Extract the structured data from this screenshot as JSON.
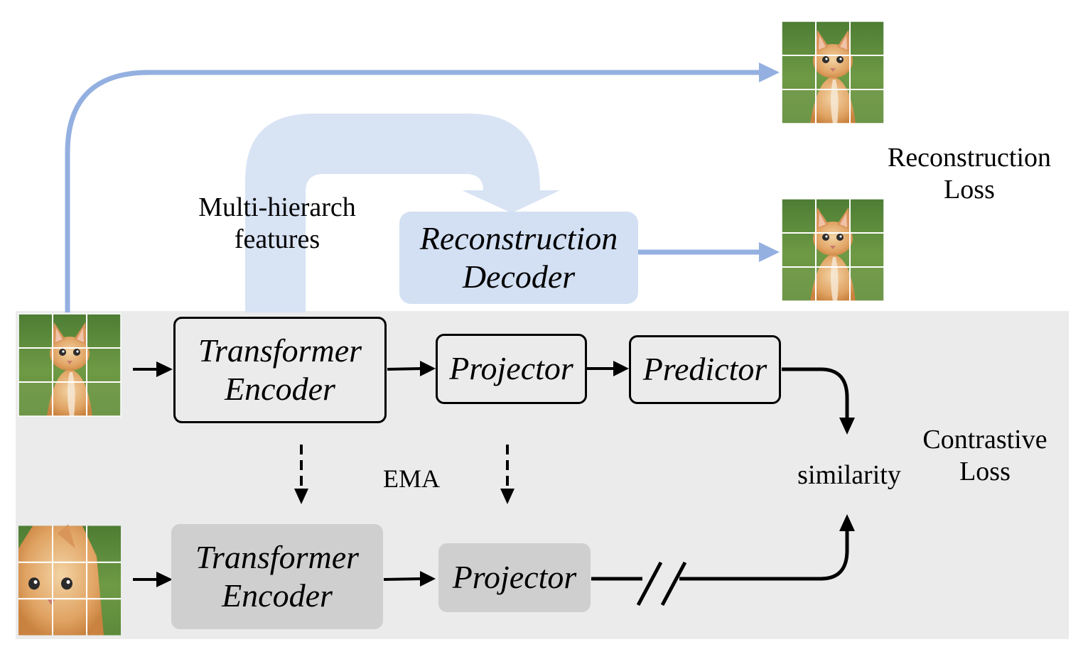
{
  "labels": {
    "multi_hierarch_line1": "Multi-hierarch",
    "multi_hierarch_line2": "features",
    "reconstruction_loss_line1": "Reconstruction",
    "reconstruction_loss_line2": "Loss",
    "contrastive_loss_line1": "Contrastive",
    "contrastive_loss_line2": "Loss",
    "similarity": "similarity",
    "ema": "EMA"
  },
  "nodes": {
    "decoder_line1": "Reconstruction",
    "decoder_line2": "Decoder",
    "online_encoder_line1": "Transformer",
    "online_encoder_line2": "Encoder",
    "online_projector": "Projector",
    "predictor": "Predictor",
    "target_encoder_line1": "Transformer",
    "target_encoder_line2": "Encoder",
    "target_projector": "Projector"
  },
  "colors": {
    "panel_background": "#ebebeb",
    "decoder_fill": "#d3e0f3",
    "target_fill": "#cfcfcf",
    "thin_arrow_blue": "#93b0e0",
    "wide_arrow_blue": "#d8e3f4",
    "arrow_black": "#000000"
  },
  "images": {
    "kitten_image_icon": "kitten-photo-icon"
  }
}
